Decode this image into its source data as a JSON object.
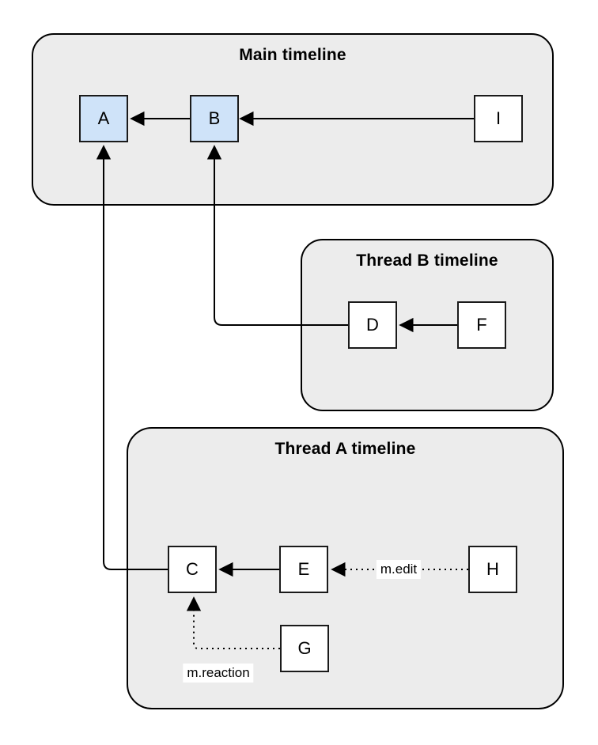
{
  "colors": {
    "group_fill": "#ececec",
    "stroke": "#000000",
    "node_highlight_fill": "#cfe3f9",
    "node_fill": "#ffffff",
    "node_border": "#1a1a1a"
  },
  "groups": [
    {
      "name": "Main timeline",
      "nodes": [
        "A",
        "B",
        "I"
      ]
    },
    {
      "name": "Thread B timeline",
      "nodes": [
        "D",
        "F"
      ]
    },
    {
      "name": "Thread A timeline",
      "nodes": [
        "C",
        "E",
        "H",
        "G"
      ]
    }
  ],
  "nodes": {
    "A": {
      "label": "A",
      "highlight": true
    },
    "B": {
      "label": "B",
      "highlight": true
    },
    "I": {
      "label": "I",
      "highlight": false
    },
    "D": {
      "label": "D",
      "highlight": false
    },
    "F": {
      "label": "F",
      "highlight": false
    },
    "C": {
      "label": "C",
      "highlight": false
    },
    "E": {
      "label": "E",
      "highlight": false
    },
    "H": {
      "label": "H",
      "highlight": false
    },
    "G": {
      "label": "G",
      "highlight": false
    }
  },
  "edges": [
    {
      "from": "B",
      "to": "A",
      "style": "solid",
      "label": ""
    },
    {
      "from": "I",
      "to": "B",
      "style": "solid",
      "label": ""
    },
    {
      "from": "F",
      "to": "D",
      "style": "solid",
      "label": ""
    },
    {
      "from": "D",
      "to": "B",
      "style": "solid",
      "label": ""
    },
    {
      "from": "E",
      "to": "C",
      "style": "solid",
      "label": ""
    },
    {
      "from": "C",
      "to": "A",
      "style": "solid",
      "label": ""
    },
    {
      "from": "H",
      "to": "E",
      "style": "dotted",
      "label": "m.edit"
    },
    {
      "from": "G",
      "to": "C",
      "style": "dotted",
      "label": "m.reaction"
    }
  ]
}
